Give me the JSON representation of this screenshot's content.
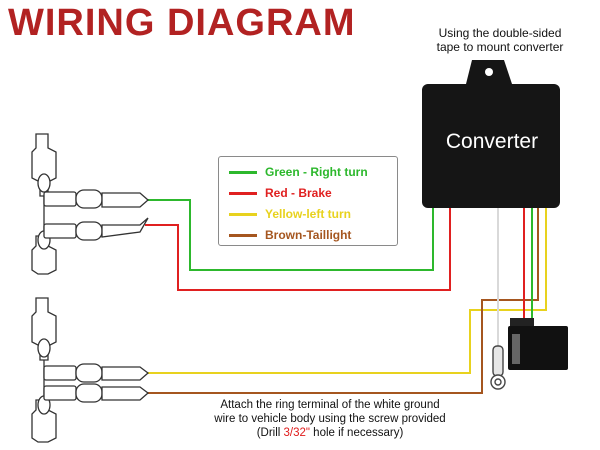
{
  "title": "WIRING DIAGRAM",
  "top_note": {
    "line1": "Using the double-sided",
    "line2": "tape to mount converter"
  },
  "converter": {
    "label": "Converter"
  },
  "legend": [
    {
      "label": "Green - Right turn",
      "color": "#2db82d"
    },
    {
      "label": "Red - Brake",
      "color": "#e02020"
    },
    {
      "label": "Yellow-left turn",
      "color": "#e8d21e"
    },
    {
      "label": "Brown-Taillight",
      "color": "#a5561f"
    }
  ],
  "ground_note": {
    "line1": "Attach the ring terminal of the white ground",
    "line2": "wire to vehicle body using the screw provided",
    "line3_pre": "(Drill ",
    "line3_highlight": "3/32\"",
    "line3_post": " hole if necessary)"
  },
  "colors": {
    "title": "#b22222",
    "converter": "#111111",
    "green": "#2db82d",
    "red": "#e02020",
    "yellow": "#e8d21e",
    "brown": "#a5561f",
    "white_wire": "#d9d9d9",
    "highlight": "#e01b1b"
  },
  "icons": [
    "taillight-connector-icon",
    "ring-terminal-icon",
    "trailer-plug-icon"
  ]
}
